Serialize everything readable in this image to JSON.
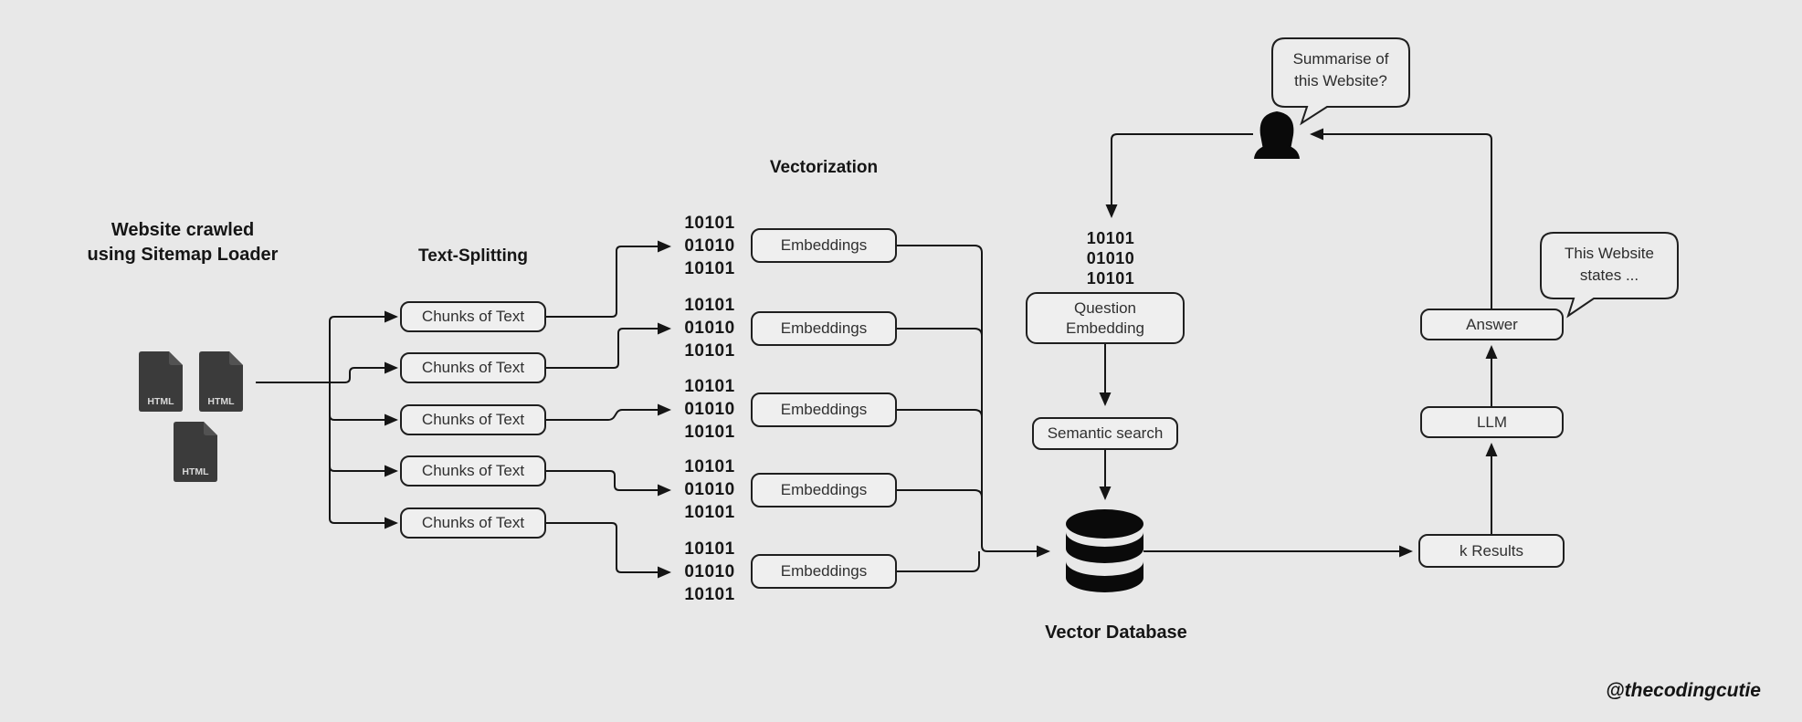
{
  "canvas": {
    "background": "#e8e8e8",
    "line_color": "#151515",
    "node_fill": "#efefef",
    "icon_color": "#0d0d0d"
  },
  "titles": {
    "crawl_line1": "Website crawled",
    "crawl_line2": "using Sitemap Loader",
    "text_splitting": "Text-Splitting",
    "vectorization": "Vectorization",
    "vector_database": "Vector Database"
  },
  "files": {
    "label": "HTML",
    "count": 3
  },
  "binary": {
    "lines": [
      "10101",
      "01010",
      "10101"
    ]
  },
  "nodes": {
    "chunk_label": "Chunks of Text",
    "embedding_label": "Embeddings",
    "question_embedding_line1": "Question",
    "question_embedding_line2": "Embedding",
    "semantic_search": "Semantic search",
    "k_results": "k Results",
    "llm": "LLM",
    "answer": "Answer"
  },
  "bubbles": {
    "question_line1": "Summarise of",
    "question_line2": "this Website?",
    "answer_line1": "This Website",
    "answer_line2": "states ..."
  },
  "signature": "@thecodingcutie"
}
